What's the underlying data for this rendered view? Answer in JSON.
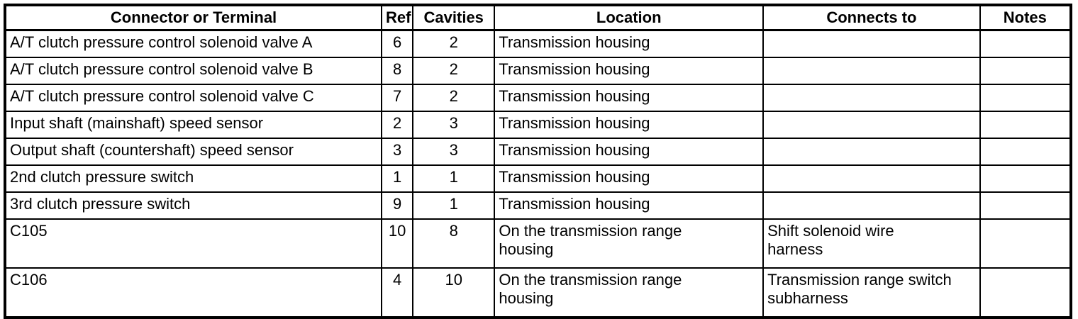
{
  "colors": {
    "border": "#000000",
    "text": "#000000",
    "background": "#ffffff"
  },
  "table": {
    "headers": {
      "connector": "Connector or Terminal",
      "ref": "Ref",
      "cavities": "Cavities",
      "location": "Location",
      "connects_to": "Connects to",
      "notes": "Notes"
    },
    "rows": [
      {
        "connector": "A/T clutch pressure control solenoid valve A",
        "ref": "6",
        "cavities": "2",
        "location": "Transmission housing",
        "connects_to": "",
        "notes": ""
      },
      {
        "connector": "A/T clutch pressure control solenoid valve B",
        "ref": "8",
        "cavities": "2",
        "location": "Transmission housing",
        "connects_to": "",
        "notes": ""
      },
      {
        "connector": "A/T clutch pressure control solenoid valve C",
        "ref": "7",
        "cavities": "2",
        "location": "Transmission housing",
        "connects_to": "",
        "notes": ""
      },
      {
        "connector": "Input shaft (mainshaft) speed sensor",
        "ref": "2",
        "cavities": "3",
        "location": "Transmission housing",
        "connects_to": "",
        "notes": ""
      },
      {
        "connector": "Output shaft (countershaft) speed sensor",
        "ref": "3",
        "cavities": "3",
        "location": "Transmission housing",
        "connects_to": "",
        "notes": ""
      },
      {
        "connector": "2nd clutch pressure switch",
        "ref": "1",
        "cavities": "1",
        "location": "Transmission housing",
        "connects_to": "",
        "notes": ""
      },
      {
        "connector": "3rd clutch pressure switch",
        "ref": "9",
        "cavities": "1",
        "location": "Transmission housing",
        "connects_to": "",
        "notes": ""
      },
      {
        "connector": "C105",
        "ref": "10",
        "cavities": "8",
        "location": "On the transmission range\nhousing",
        "connects_to": "Shift solenoid wire\nharness",
        "notes": ""
      },
      {
        "connector": "C106",
        "ref": "4",
        "cavities": "10",
        "location": "On the transmission range\nhousing",
        "connects_to": "Transmission range switch\nsubharness",
        "notes": ""
      }
    ]
  }
}
